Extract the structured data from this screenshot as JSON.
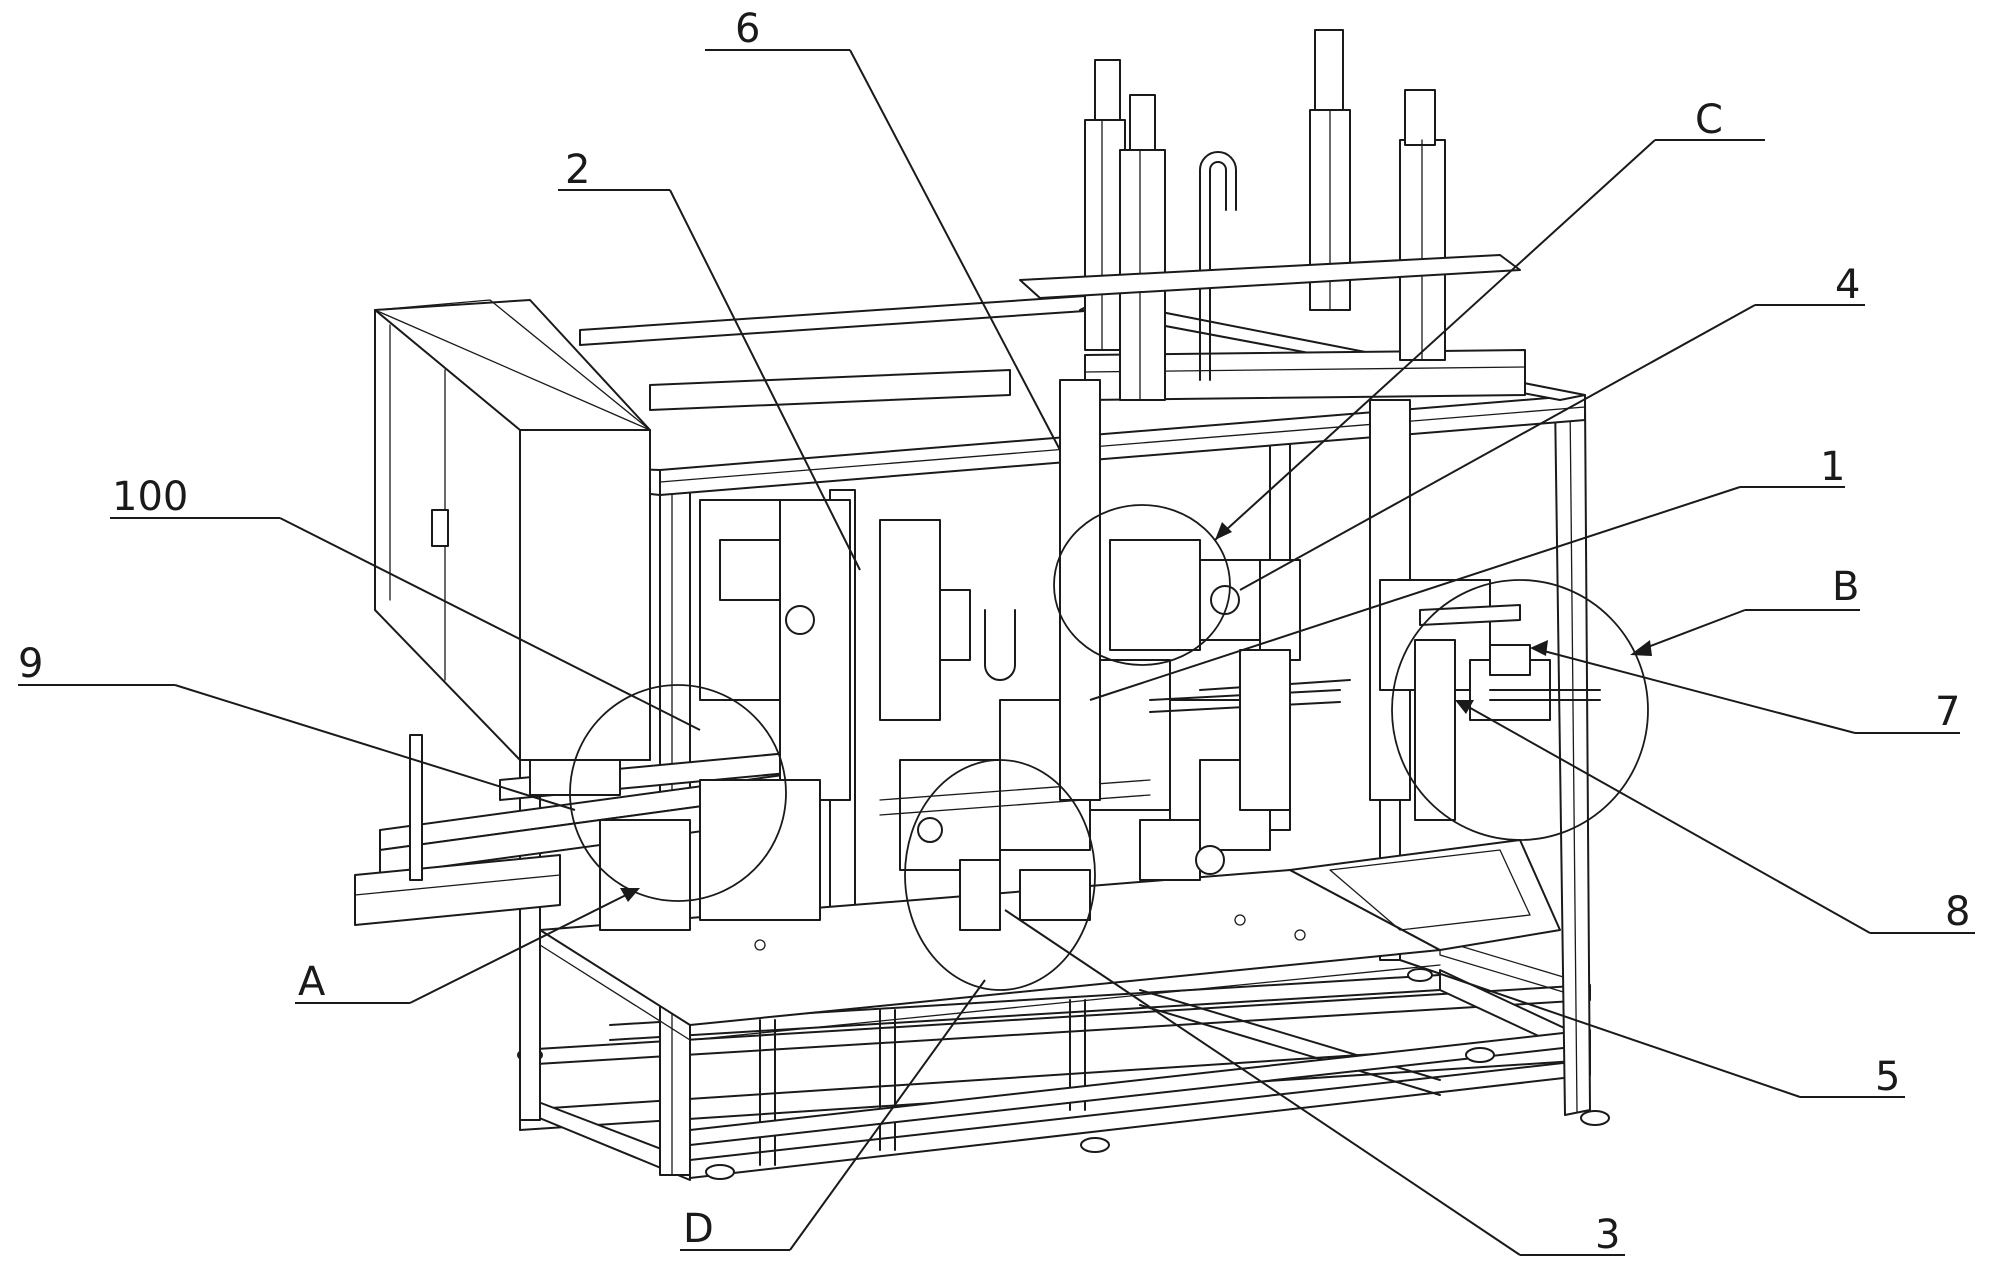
{
  "callouts": {
    "label_6": "6",
    "label_2": "2",
    "label_C": "C",
    "label_4": "4",
    "label_1": "1",
    "label_100": "100",
    "label_B": "B",
    "label_9": "9",
    "label_7": "7",
    "label_8": "8",
    "label_A": "A",
    "label_5": "5",
    "label_D": "D",
    "label_3": "3"
  }
}
